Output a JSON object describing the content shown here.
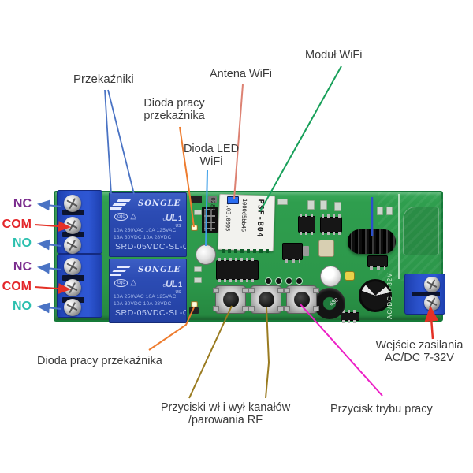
{
  "labels": {
    "przekazniki": "Przekaźniki",
    "dioda_pracy_top_1": "Dioda pracy",
    "dioda_pracy_top_2": "przekaźnika",
    "antena_wifi": "Antena WiFi",
    "modul_wifi": "Moduł WiFi",
    "dioda_led_1": "Dioda LED",
    "dioda_led_2": "WiFi",
    "nc1": "NC",
    "com1": "COM",
    "no1": "NO",
    "nc2": "NC",
    "com2": "COM",
    "no2": "NO",
    "dioda_pracy_bottom": "Dioda pracy przekaźnika",
    "przyciski_1": "Przyciski wł i wył kanałów",
    "przyciski_2": "/parowania RF",
    "przycisk_trybu": "Przycisk trybu pracy",
    "wejscie_1": "Wejście zasilania",
    "wejscie_2": "AC/DC 7-32V"
  },
  "board": {
    "relay1": {
      "brand": "SONGLE",
      "cert_cqc": "cqc",
      "cert_tri": "△",
      "cert_ul_c": "c",
      "cert_ul": "UL",
      "cert_num": "1",
      "cert_us": "US",
      "ratings_1": "10A 250VAC  10A 125VAC",
      "ratings_2": "13A 30VDC    10A 28VDC",
      "model": "SRD-05VDC-SL-C"
    },
    "relay2": {
      "brand": "SONGLE",
      "cert_cqc": "cqc",
      "cert_tri": "△",
      "cert_ul_c": "c",
      "cert_ul": "UL",
      "cert_num": "1",
      "cert_us": "US",
      "ratings_1": "10A 250VAC  10A 125VAC",
      "ratings_2": "10A 30VDC    10A 28VDC",
      "model": "SRD-05VDC-SL-C"
    },
    "module": {
      "line1": "PSF-B04",
      "line2": "1000d5bb46",
      "line3": "06.03.0095",
      "line4": "0285"
    },
    "toroid_label": "680",
    "silkscreen_power": "AC/DC 7-32V"
  },
  "colors": {
    "nc": "#7b2d8e",
    "com": "#e3262a",
    "no": "#2bbfae",
    "line_relay": "#4a73c4",
    "line_orange": "#ee7c2e",
    "line_antena": "#dd8273",
    "line_modul": "#18a05a",
    "line_led": "#3e9fe8",
    "line_buttons": "#9a7b20",
    "line_mode": "#ec1fc6",
    "line_power": "#e43126",
    "wire_blue": "#2b50cc",
    "pcb": "#2f9e4e"
  }
}
